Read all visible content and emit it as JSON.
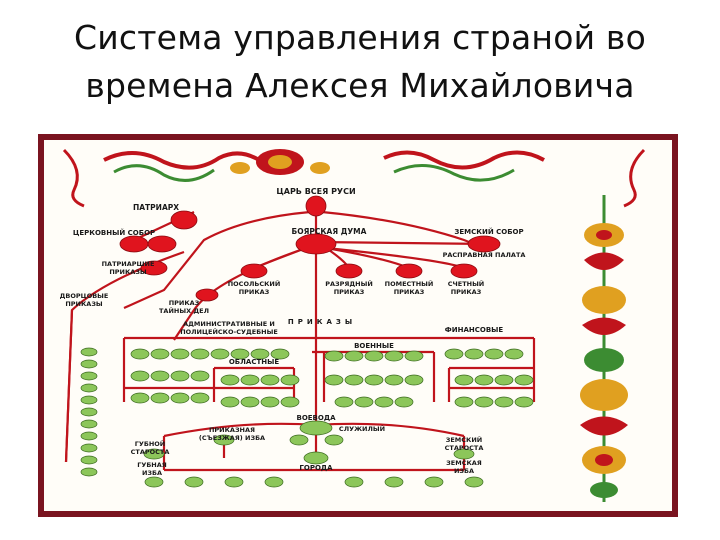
{
  "title": {
    "line1": "Система управления страной во",
    "line2": "времена Алексея Михайловича"
  },
  "diagram": {
    "tsar": "ЦАРЬ ВСЕЯ РУСИ",
    "patriarch": "ПАТРИАРХ",
    "church_council": "ЦЕРКОВНЫЙ СОБОР",
    "patriarch_prikazy": [
      "ПАТРИАРШИЕ",
      "ПРИКАЗЫ"
    ],
    "boyar_duma": "БОЯРСКАЯ ДУМА",
    "zemsky_sobor": "ЗЕМСКИЙ СОБОР",
    "rasprava": "РАСПРАВНАЯ ПАЛАТА",
    "dvortsovye": [
      "ДВОРЦОВЫЕ",
      "ПРИКАЗЫ"
    ],
    "tainye": [
      "ПРИКАЗ",
      "ТАЙНЫХ ДЕЛ"
    ],
    "posolsky": [
      "ПОСОЛЬСКИЙ",
      "ПРИКАЗ"
    ],
    "razryadny": [
      "РАЗРЯДНЫЙ",
      "ПРИКАЗ"
    ],
    "pomestny": [
      "ПОМЕСТНЫЙ",
      "ПРИКАЗ"
    ],
    "schetny": [
      "СЧЕТНЫЙ",
      "ПРИКАЗ"
    ],
    "prikazy_header": "ПРИКАЗЫ",
    "admin": [
      "АДМИНИСТРАТИВНЫЕ И",
      "ПОЛИЦЕЙСКО-СУДЕБНЫЕ"
    ],
    "finance": "ФИНАНСОВЫЕ",
    "oblastnye": "ОБЛАСТНЫЕ",
    "voennye": "ВОЕННЫЕ",
    "voevoda": "ВОЕВОДА",
    "sluzhilye": "СЛУЖИЛЫЙ",
    "prikaznaya": [
      "ПРИКАЗНАЯ",
      "(СЪЕЗЖАЯ) ИЗБА"
    ],
    "gubnoy": [
      "ГУБНОЙ",
      "СТАРОСТА"
    ],
    "gubnaya_izba": [
      "ГУБНАЯ",
      "ИЗБА"
    ],
    "zemsky_starosta": [
      "ЗЕМСКИЙ",
      "СТАРОСТА"
    ],
    "zemskaya_izba": [
      "ЗЕМСКАЯ",
      "ИЗБА"
    ],
    "goroda": "ГОРОДА"
  },
  "colors": {
    "node_red": "#e0141e",
    "node_green": "#8cc65a",
    "line_red": "#c0141c",
    "frame": "#7a1420",
    "ornament_gold": "#e0a020",
    "ornament_green": "#3c8c32"
  }
}
